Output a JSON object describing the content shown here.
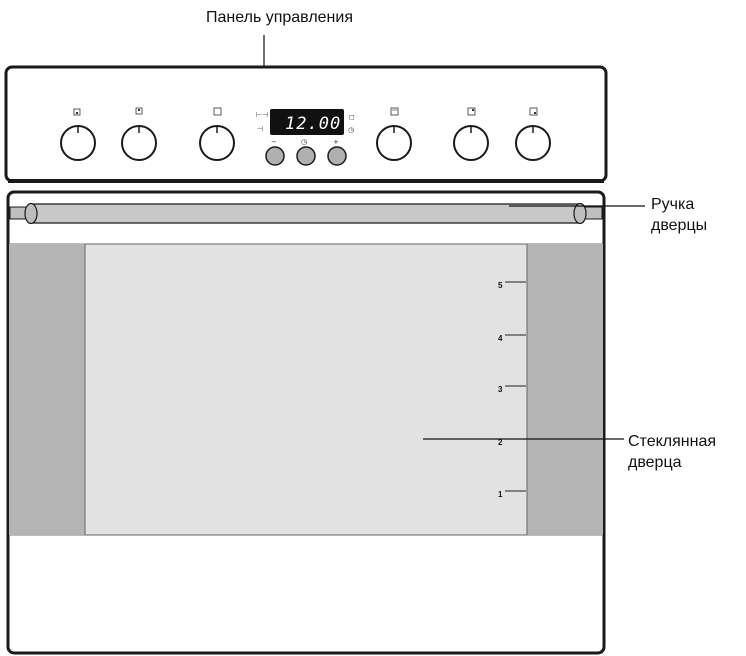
{
  "labels": {
    "control_panel": "Панель управления",
    "door_handle_line1": "Ручка",
    "door_handle_line2": "дверцы",
    "glass_door_line1": "Стеклянная",
    "glass_door_line2": "дверца"
  },
  "display": {
    "time": "12.00",
    "left_icons": [
      "⊢⊣",
      "⊣"
    ],
    "right_icons": [
      "◻",
      "◷"
    ]
  },
  "buttons": {
    "minus": "−",
    "clock": "◷",
    "plus": "+"
  },
  "shelf_levels": [
    "5",
    "4",
    "3",
    "2",
    "1"
  ],
  "colors": {
    "outline": "#1a1a1a",
    "handle": "#bfbfbf",
    "side_panel": "#b4b4b4",
    "glass": "#e2e2e2",
    "display_bg": "#111111",
    "button_fill": "#b0b0b0"
  }
}
